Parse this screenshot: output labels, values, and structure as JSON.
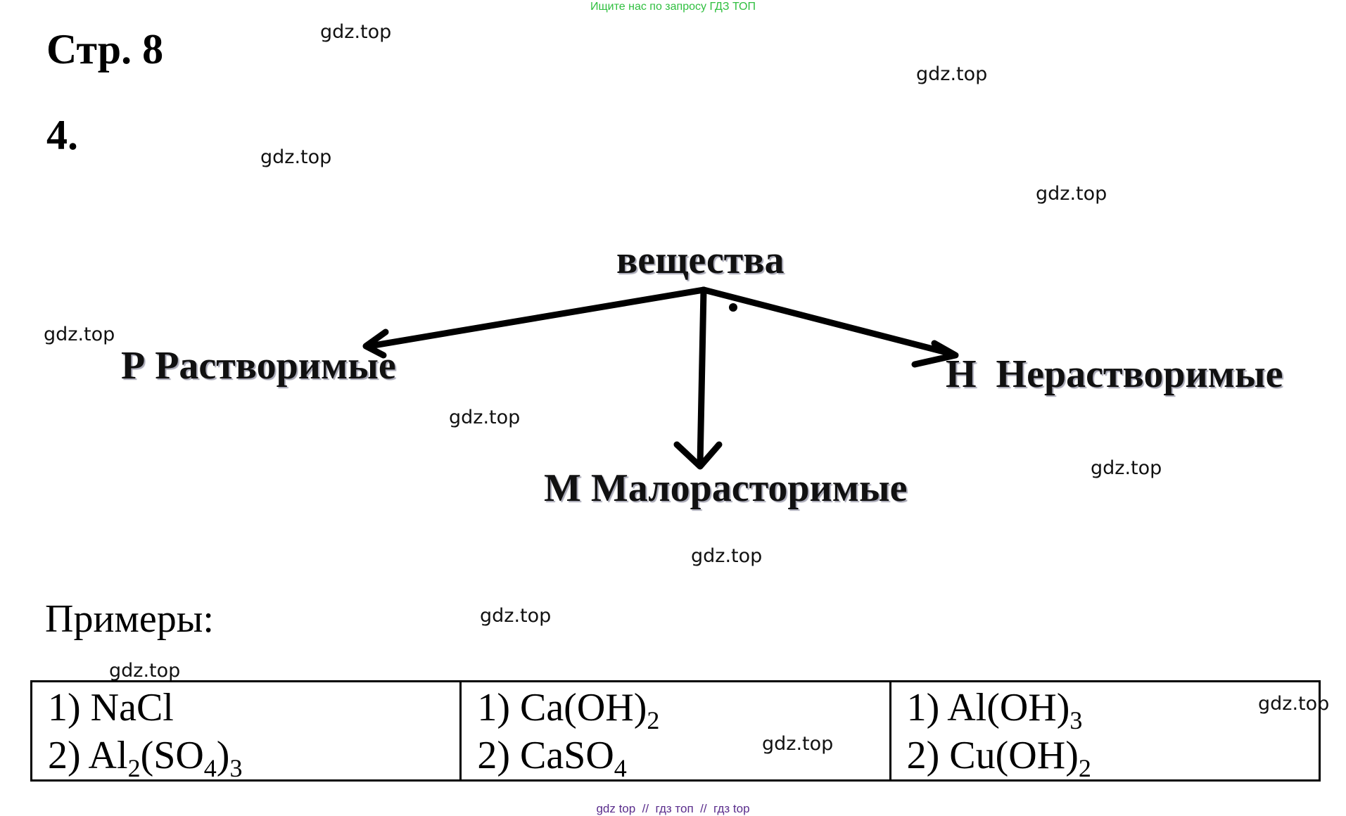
{
  "banner": "Ищите нас по запросу ГДЗ ТОП",
  "page_label": "Стр. 8",
  "task_number": "4.",
  "watermark": "gdz.top",
  "diagram": {
    "root": "вещества",
    "left": "Р Растворимые",
    "middle": "М Малорасторимые",
    "right": "Н  Нерастворимые"
  },
  "examples_label": "Примеры:",
  "examples": {
    "col1": {
      "line1": "1) NaCl",
      "line2_prefix": "2) Al",
      "line2_sub1": "2",
      "line2_mid": "(SO",
      "line2_sub2": "4",
      "line2_end": ")",
      "line2_sub3": "3"
    },
    "col2": {
      "line1_prefix": "1) Ca(OH)",
      "line1_sub": "2",
      "line2_prefix": "2) CaSO",
      "line2_sub": "4"
    },
    "col3": {
      "line1_prefix": "1) Al(OH)",
      "line1_sub": "3",
      "line2_prefix": "2) Cu(OH)",
      "line2_sub": "2"
    }
  },
  "footer": "gdz top  //  гдз топ  //  гдз top"
}
